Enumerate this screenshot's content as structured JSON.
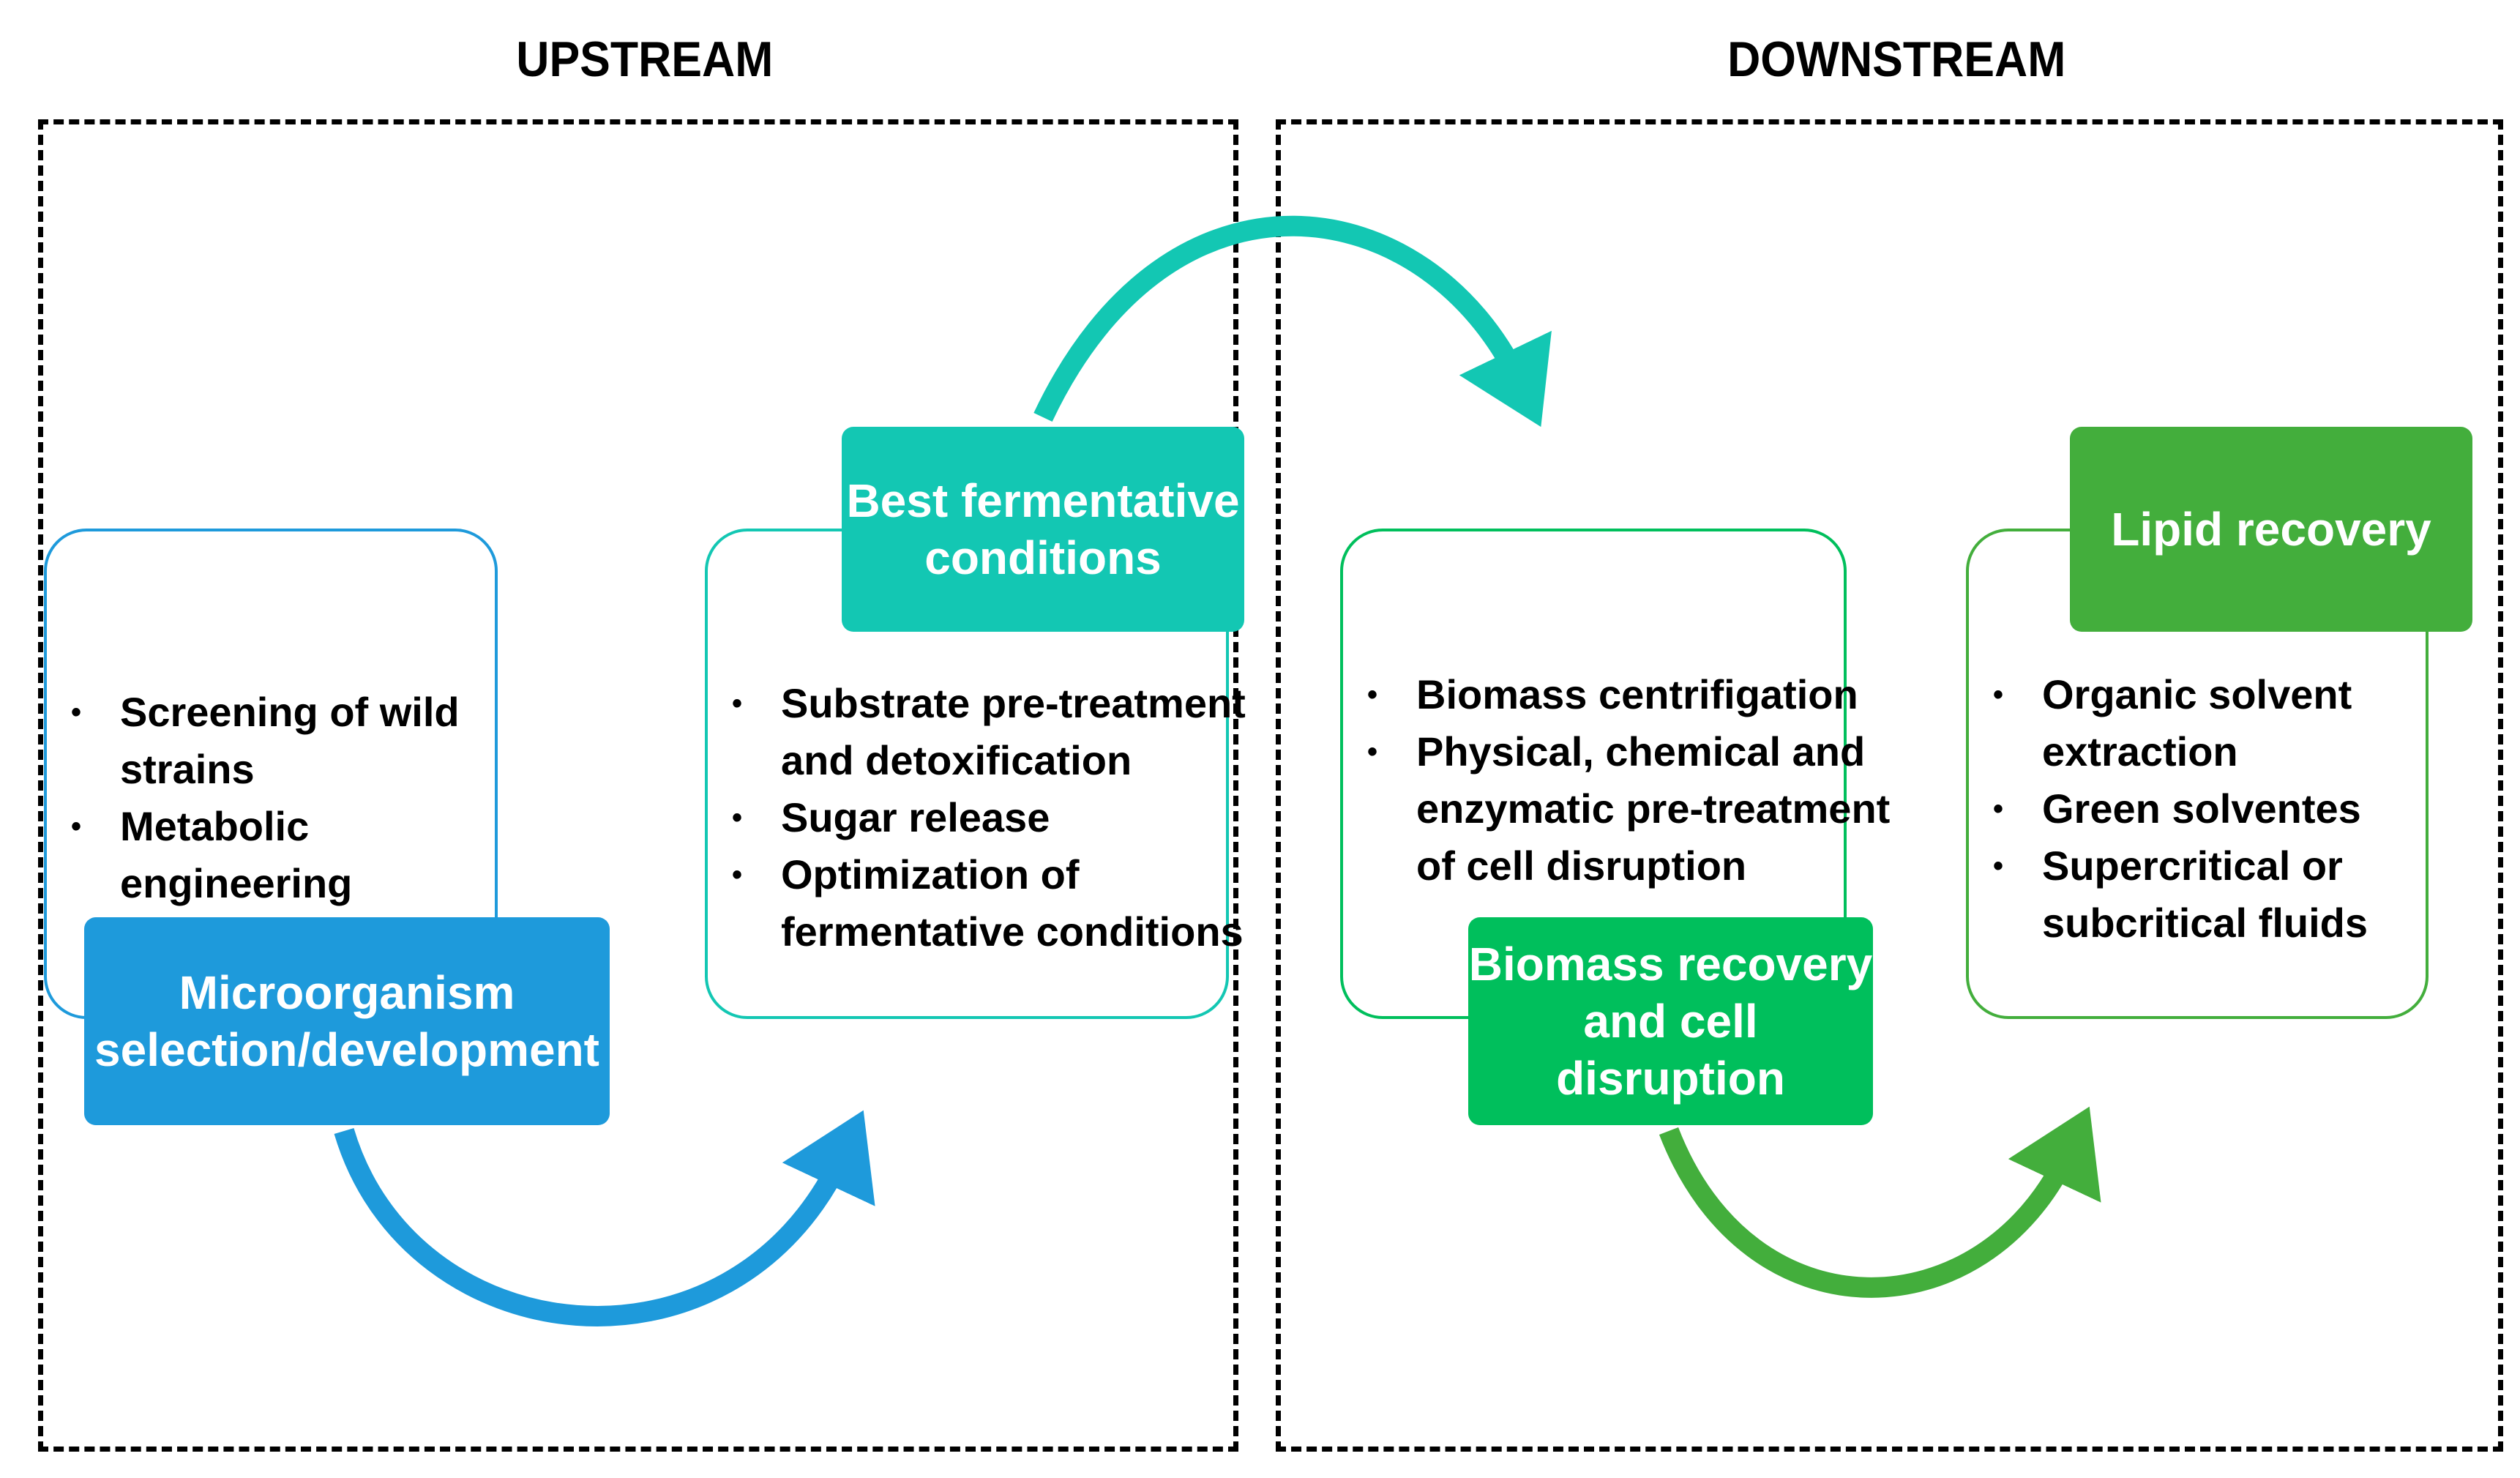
{
  "sections": {
    "upstream": "UPSTREAM",
    "downstream": "DOWNSTREAM"
  },
  "stages": [
    {
      "label_lines": [
        "Microorganism",
        "selection/development"
      ],
      "color": "#1E9ADB",
      "items": [
        {
          "lines": [
            "Screening of wild",
            "strains"
          ]
        },
        {
          "lines": [
            "Metabolic",
            "engineering"
          ]
        }
      ]
    },
    {
      "label_lines": [
        "Best fermentative",
        "conditions"
      ],
      "color": "#13C7B3",
      "items": [
        {
          "lines": [
            "Substrate pre-treatment",
            "and detoxification"
          ]
        },
        {
          "lines": [
            "Sugar release"
          ]
        },
        {
          "lines": [
            "Optimization of",
            "fermentative conditions"
          ]
        }
      ]
    },
    {
      "label_lines": [
        "Biomass recovery",
        "and cell disruption"
      ],
      "color": "#00BF5C",
      "items": [
        {
          "lines": [
            "Biomass centrifigation"
          ]
        },
        {
          "lines": [
            "Physical, chemical and",
            "enzymatic pre-treatment",
            "of cell disruption"
          ]
        }
      ]
    },
    {
      "label_lines": [
        "Lipid recovery"
      ],
      "color": "#43AE3C",
      "items": [
        {
          "lines": [
            "Organic solvent",
            "extraction"
          ]
        },
        {
          "lines": [
            "Green solventes"
          ]
        },
        {
          "lines": [
            "Supercritical or",
            "subcritical fluids"
          ]
        }
      ]
    }
  ],
  "bullet_glyph": "•",
  "arrow_colors": {
    "stage1_to_stage2": "#1E9ADB",
    "stage2_to_stage3": "#13C7B3",
    "stage3_to_stage4": "#43AE3C"
  }
}
